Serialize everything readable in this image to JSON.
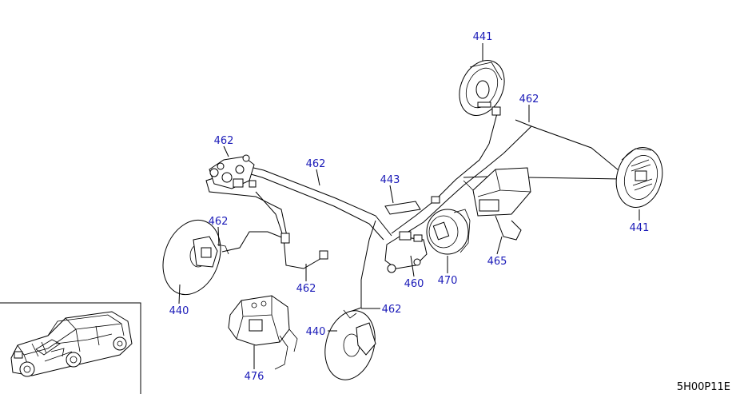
{
  "diagram_code": "5H00P11E",
  "callouts": [
    {
      "id": "c441a",
      "text": "441"
    },
    {
      "id": "c462a",
      "text": "462"
    },
    {
      "id": "c462b",
      "text": "462"
    },
    {
      "id": "c462c",
      "text": "462"
    },
    {
      "id": "c443",
      "text": "443"
    },
    {
      "id": "c462d",
      "text": "462"
    },
    {
      "id": "c441b",
      "text": "441"
    },
    {
      "id": "c465",
      "text": "465"
    },
    {
      "id": "c470",
      "text": "470"
    },
    {
      "id": "c460",
      "text": "460"
    },
    {
      "id": "c462e",
      "text": "462"
    },
    {
      "id": "c440a",
      "text": "440"
    },
    {
      "id": "c462f",
      "text": "462"
    },
    {
      "id": "c440b",
      "text": "440"
    },
    {
      "id": "c476",
      "text": "476"
    }
  ]
}
